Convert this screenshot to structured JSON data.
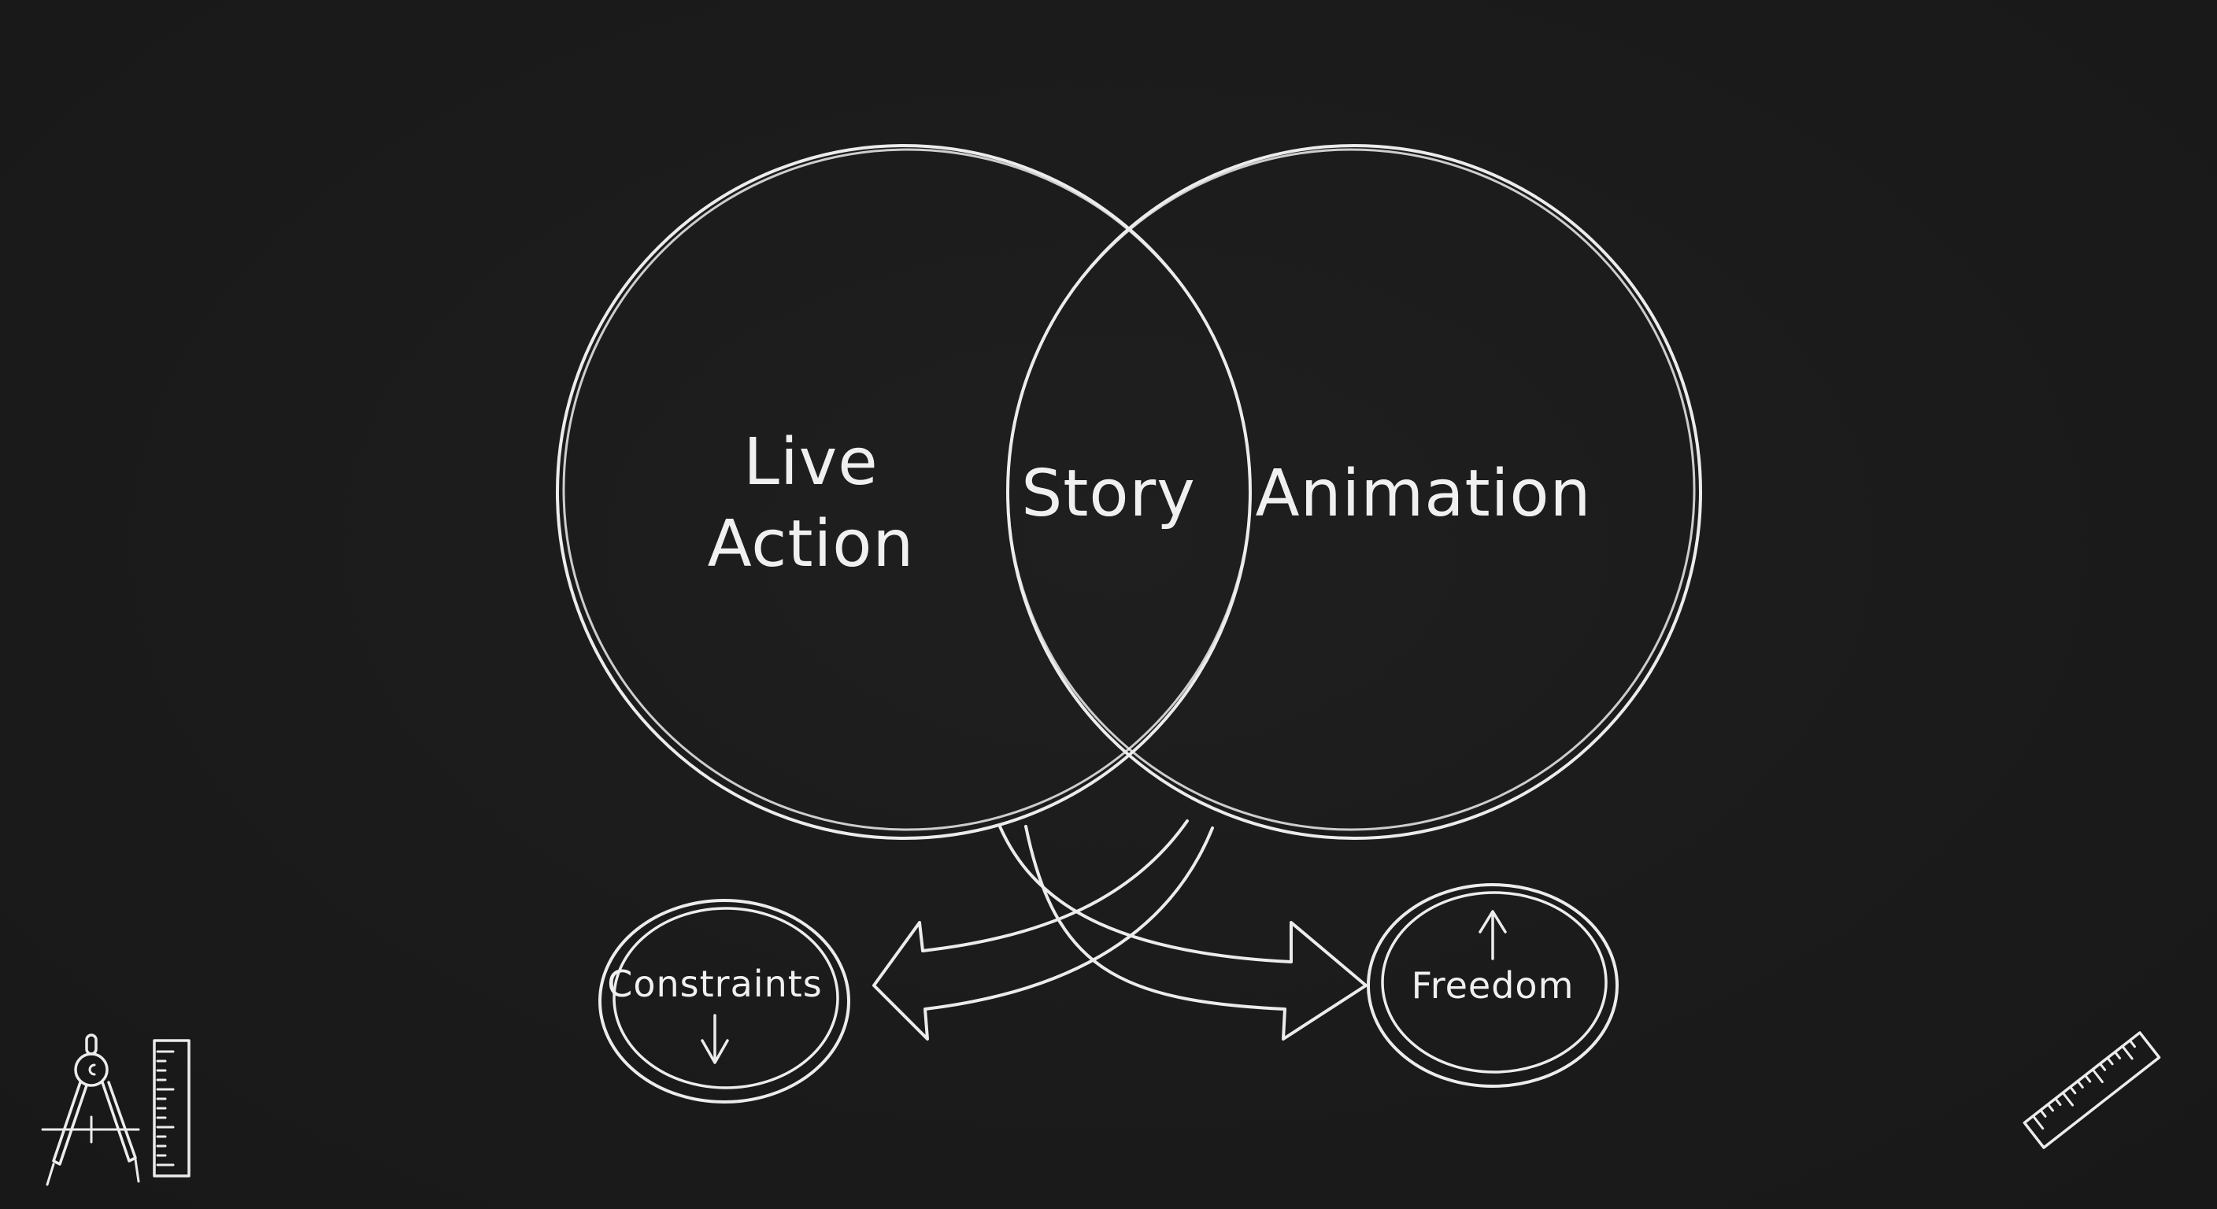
{
  "diagram": {
    "type": "venn",
    "colors": {
      "background": "#1b1b1b",
      "chalk": "#ececec",
      "text": "#f0f0f0"
    },
    "sets": [
      {
        "id": "left",
        "label_line1": "Live",
        "label_line2": "Action"
      },
      {
        "id": "right",
        "label": "Animation"
      }
    ],
    "intersection": {
      "label": "Story"
    },
    "outcomes": [
      {
        "id": "constraints",
        "label": "Constraints",
        "indicator": "down-arrow"
      },
      {
        "id": "freedom",
        "label": "Freedom",
        "indicator": "up-arrow"
      }
    ],
    "decorations": [
      "compass-icon",
      "vertical-ruler-icon",
      "diagonal-ruler-icon"
    ]
  }
}
